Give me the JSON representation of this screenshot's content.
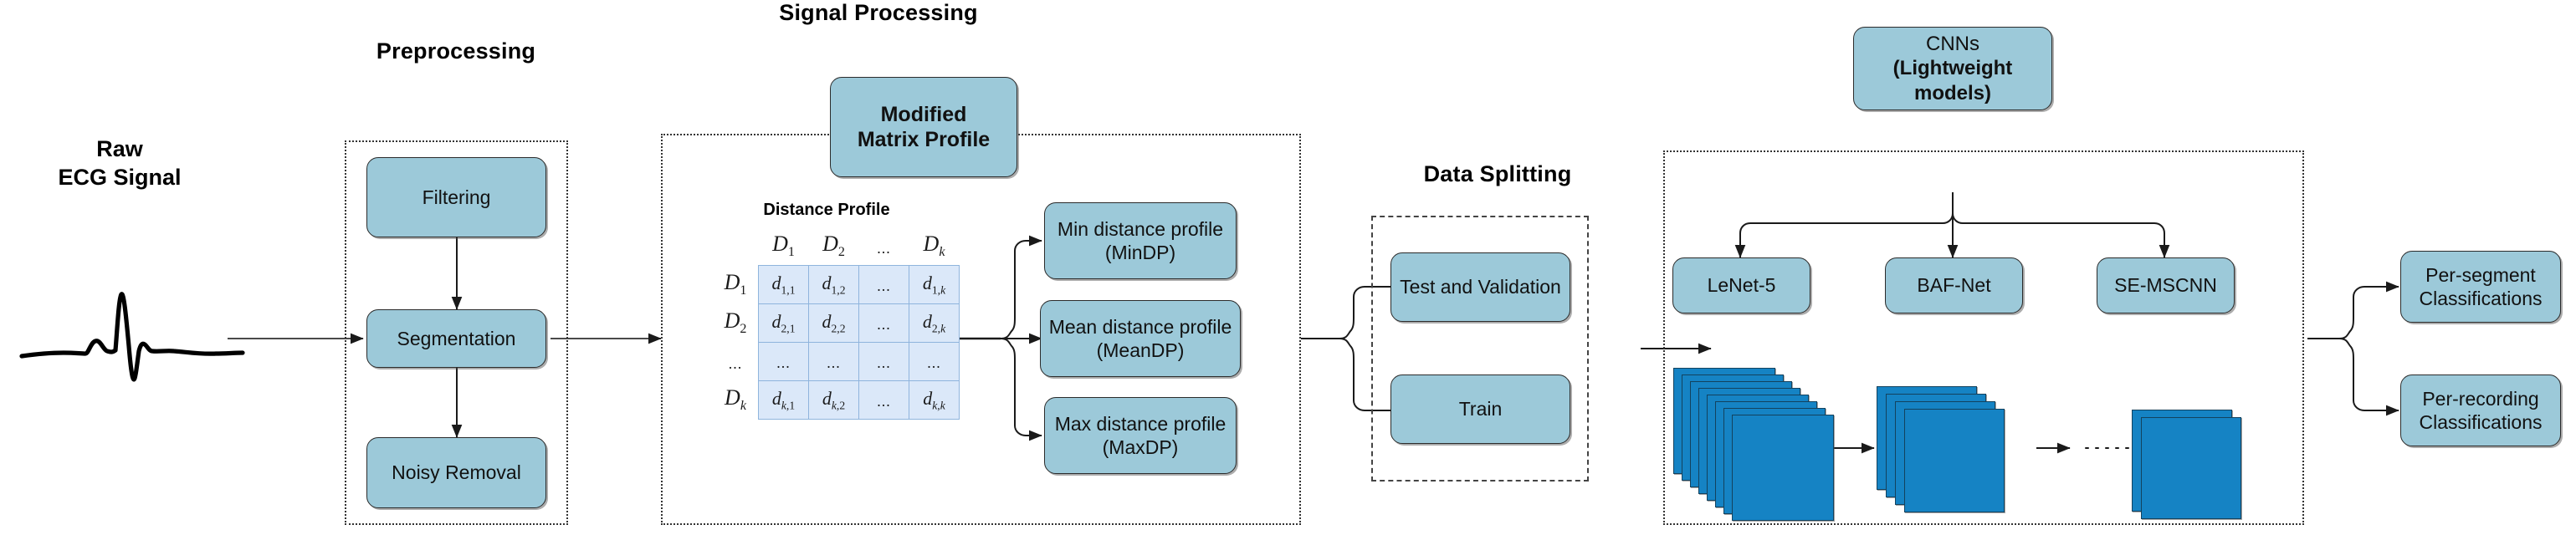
{
  "diagram": {
    "title_raw_signal": "Raw\nECG Signal",
    "raw_signal_line1": "Raw",
    "raw_signal_line2": "ECG Signal",
    "waveform_name": "ecg-waveform"
  },
  "sections": {
    "preprocessing": {
      "title": "Preprocessing",
      "nodes": [
        {
          "id": "filtering",
          "label": "Filtering"
        },
        {
          "id": "segmentation",
          "label": "Segmentation"
        },
        {
          "id": "noisy-removal",
          "label": "Noisy Removal"
        }
      ]
    },
    "signal_processing": {
      "title": "Signal Processing",
      "header_node": {
        "line1": "Modified",
        "line2": "Matrix Profile"
      },
      "matrix": {
        "caption": "Distance Profile",
        "col_headers": [
          "D₁",
          "D₂",
          "...",
          "Dₖ"
        ],
        "row_headers": [
          "D₁",
          "D₂",
          "...",
          "Dₖ"
        ],
        "rows": [
          [
            "d₁,₁",
            "d₁,₂",
            "...",
            "d₁,ₖ"
          ],
          [
            "d₂,₁",
            "d₂,₂",
            "...",
            "d₂,ₖ"
          ],
          [
            "...",
            "...",
            "...",
            "..."
          ],
          [
            "dₖ,₁",
            "dₖ,₂",
            "...",
            "dₖ,ₖ"
          ]
        ]
      },
      "outputs": [
        {
          "id": "min-dp",
          "line1": "Min distance profile",
          "line2": "(MinDP)"
        },
        {
          "id": "mean-dp",
          "line1": "Mean distance profile",
          "line2": "(MeanDP)"
        },
        {
          "id": "max-dp",
          "line1": "Max distance profile",
          "line2": "(MaxDP)"
        }
      ]
    },
    "data_splitting": {
      "title": "Data Splitting",
      "nodes": [
        {
          "id": "test-and-validation",
          "label": "Test and Validation"
        },
        {
          "id": "train",
          "label": "Train"
        }
      ]
    },
    "cnns": {
      "header_node": {
        "line1": "CNNs",
        "line2": "(Lightweight models)"
      },
      "models": [
        {
          "id": "lenet-5",
          "label": "LeNet-5"
        },
        {
          "id": "baf-net",
          "label": "BAF-Net"
        },
        {
          "id": "se-mscnn",
          "label": "SE-MSCNN"
        }
      ],
      "feature_stacks": [
        {
          "id": "conv-stack-1",
          "plates": 8
        },
        {
          "id": "conv-stack-2",
          "plates": 4
        },
        {
          "id": "conv-stack-3",
          "plates": 2
        }
      ]
    },
    "outputs": {
      "nodes": [
        {
          "id": "per-segment-classifications",
          "line1": "Per-segment",
          "line2": "Classifications"
        },
        {
          "id": "per-recording-classifications",
          "line1": "Per-recording",
          "line2": "Classifications"
        }
      ]
    }
  },
  "colors": {
    "node_fill": "#9cc9d9",
    "node_border": "#2b2b2b",
    "matrix_cell_fill": "#dbe8f9",
    "matrix_grid": "#8fb4dd",
    "conv_plate_fill": "#1583c4",
    "conv_plate_border": "#13425e",
    "arrow": "#1a1a1a",
    "group_border": "#444444",
    "background": "#ffffff"
  }
}
